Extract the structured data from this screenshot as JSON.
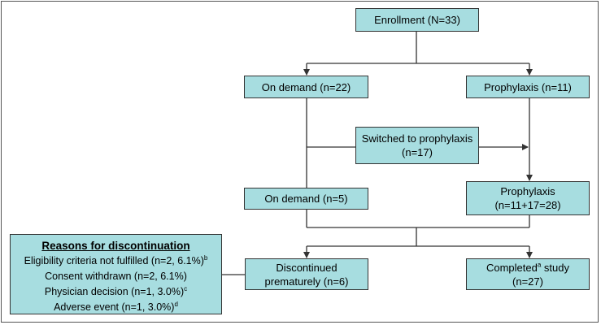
{
  "boxes": {
    "enrollment": "Enrollment (N=33)",
    "on_demand_initial": "On demand (n=22)",
    "prophylaxis_initial": "Prophylaxis (n=11)",
    "switched_line1": "Switched to prophylaxis",
    "switched_line2": "(n=17)",
    "on_demand_final": "On demand (n=5)",
    "prophylaxis_final_line1": "Prophylaxis",
    "prophylaxis_final_line2": "(n=11+17=28)",
    "discontinued_line1": "Discontinued",
    "discontinued_line2": "prematurely (n=6)",
    "completed_prefix": "Completed",
    "completed_sup": "a",
    "completed_suffix": " study",
    "completed_line2": "(n=27)"
  },
  "reasons": {
    "title": "Reasons for discontinuation",
    "items": [
      {
        "text": "Eligibility criteria not fulfilled (n=2, 6.1%)",
        "sup": "b"
      },
      {
        "text": "Consent withdrawn (n=2, 6.1%)",
        "sup": ""
      },
      {
        "text": "Physician decision (n=1, 3.0%)",
        "sup": "c"
      },
      {
        "text": "Adverse event (n=1, 3.0%)",
        "sup": "d"
      }
    ]
  },
  "colors": {
    "box_fill": "#a7dde0",
    "line": "#333333"
  }
}
